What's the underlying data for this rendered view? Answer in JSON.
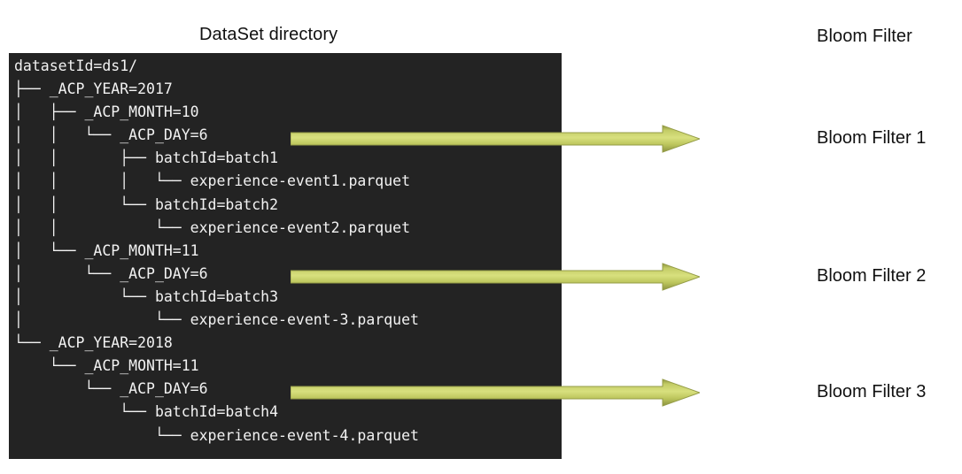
{
  "headings": {
    "dataset": "DataSet directory",
    "bloom": "Bloom Filter"
  },
  "dataset_panel": {
    "background_color": "#232323",
    "text_color": "#f2f2f2",
    "tree": "datasetId=ds1/\n├── _ACP_YEAR=2017\n│   ├── _ACP_MONTH=10\n│   │   └── _ACP_DAY=6\n│   │       ├── batchId=batch1\n│   │       │   └── experience-event1.parquet\n│   │       └── batchId=batch2\n│   │           └── experience-event2.parquet\n│   └── _ACP_MONTH=11\n│       └── _ACP_DAY=6\n│           └── batchId=batch3\n│               └── experience-event-3.parquet\n└── _ACP_YEAR=2018\n    └── _ACP_MONTH=11\n        └── _ACP_DAY=6\n            └── batchId=batch4\n                └── experience-event-4.parquet",
    "tree_nodes": [
      {
        "depth": 0,
        "label": "datasetId=ds1/"
      },
      {
        "depth": 1,
        "label": "_ACP_YEAR=2017"
      },
      {
        "depth": 2,
        "label": "_ACP_MONTH=10"
      },
      {
        "depth": 3,
        "label": "_ACP_DAY=6"
      },
      {
        "depth": 4,
        "label": "batchId=batch1"
      },
      {
        "depth": 5,
        "label": "experience-event1.parquet"
      },
      {
        "depth": 4,
        "label": "batchId=batch2"
      },
      {
        "depth": 5,
        "label": "experience-event2.parquet"
      },
      {
        "depth": 2,
        "label": "_ACP_MONTH=11"
      },
      {
        "depth": 3,
        "label": "_ACP_DAY=6"
      },
      {
        "depth": 4,
        "label": "batchId=batch3"
      },
      {
        "depth": 5,
        "label": "experience-event-3.parquet"
      },
      {
        "depth": 1,
        "label": "_ACP_YEAR=2018"
      },
      {
        "depth": 2,
        "label": "_ACP_MONTH=11"
      },
      {
        "depth": 3,
        "label": "_ACP_DAY=6"
      },
      {
        "depth": 4,
        "label": "batchId=batch4"
      },
      {
        "depth": 5,
        "label": "experience-event-4.parquet"
      }
    ]
  },
  "arrows": {
    "color_light": "#d3dd72",
    "color_mid": "#b9c25a",
    "color_dark": "#8f9640",
    "count": 3,
    "items": [
      {
        "name": "arrow-bloom-filter-1",
        "source_row": "_ACP_YEAR=2017/_ACP_MONTH=10/_ACP_DAY=6",
        "target": "Bloom Filter 1"
      },
      {
        "name": "arrow-bloom-filter-2",
        "source_row": "_ACP_YEAR=2017/_ACP_MONTH=11/_ACP_DAY=6",
        "target": "Bloom Filter 2"
      },
      {
        "name": "arrow-bloom-filter-3",
        "source_row": "_ACP_YEAR=2018/_ACP_MONTH=11/_ACP_DAY=6",
        "target": "Bloom Filter 3"
      }
    ]
  },
  "bloom_filters": [
    {
      "label": "Bloom Filter 1"
    },
    {
      "label": "Bloom Filter 2"
    },
    {
      "label": "Bloom Filter 3"
    }
  ]
}
